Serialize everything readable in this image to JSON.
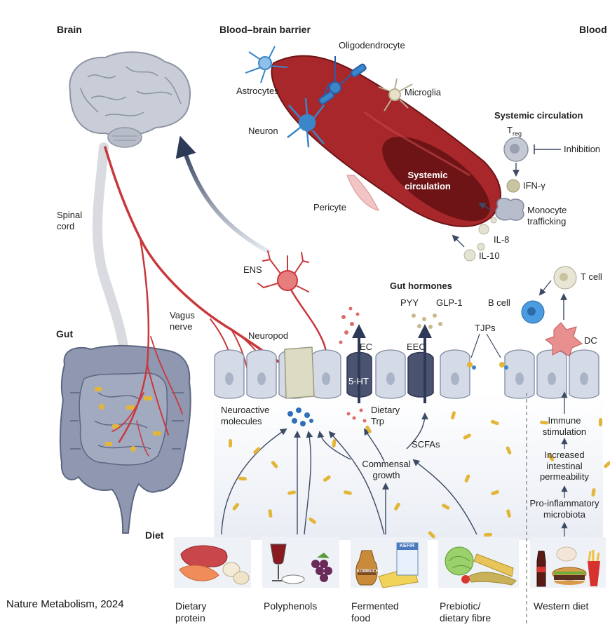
{
  "headers": {
    "brain": "Brain",
    "bbb": "Blood–brain barrier",
    "blood": "Blood",
    "gut": "Gut",
    "diet": "Diet",
    "gut_hormones": "Gut hormones",
    "systemic_circulation": "Systemic circulation"
  },
  "bbb_labels": {
    "oligodendrocyte": "Oligodendrocyte",
    "astrocytes": "Astrocytes",
    "microglia": "Microglia",
    "neuron": "Neuron",
    "pericyte": "Pericyte",
    "vessel_line1": "Systemic",
    "vessel_line2": "circulation"
  },
  "blood_labels": {
    "treg_main": "T",
    "treg_sub": "reg",
    "inhibition": "Inhibition",
    "ifn": "IFN-γ",
    "monocyte_line1": "Monocyte",
    "monocyte_line2": "trafficking",
    "il8": "IL-8",
    "il10": "IL-10"
  },
  "left_labels": {
    "spinal_line1": "Spinal",
    "spinal_line2": "cord",
    "vagus_line1": "Vagus",
    "vagus_line2": "nerve",
    "ens": "ENS",
    "neuropod": "Neuropod"
  },
  "gut_labels": {
    "pyy": "PYY",
    "glp1": "GLP-1",
    "tjps": "TJPs",
    "ec": "EC",
    "eec": "EEC",
    "five_ht": "5-HT",
    "neuroactive_line1": "Neuroactive",
    "neuroactive_line2": "molecules",
    "dietary_trp_line1": "Dietary",
    "dietary_trp_line2": "Trp",
    "scfas": "SCFAs",
    "commensal_line1": "Commensal",
    "commensal_line2": "growth"
  },
  "immune_labels": {
    "t_cell": "T cell",
    "b_cell": "B cell",
    "dc": "DC",
    "immune_line1": "Immune",
    "immune_line2": "stimulation",
    "increased_line1": "Increased",
    "increased_line2": "intestinal",
    "increased_line3": "permeability",
    "proinfl_line1": "Pro-inflammatory",
    "proinfl_line2": "microbiota"
  },
  "diet_items": [
    {
      "line1": "Dietary",
      "line2": "protein"
    },
    {
      "line1": "Polyphenols",
      "line2": ""
    },
    {
      "line1": "Fermented",
      "line2": "food"
    },
    {
      "line1": "Prebiotic/",
      "line2": "dietary fibre"
    },
    {
      "line1": "Western diet",
      "line2": ""
    }
  ],
  "package_labels": {
    "kombucha": "KOMBUCHA",
    "kefir": "KEFIR"
  },
  "footer": "Nature Metabolism, 2024",
  "colors": {
    "nerve": "#c8383c",
    "vessel": "#a8272b",
    "vessel_inner": "#6e1416",
    "brain": "#c9cdd8",
    "gut": "#8f98b0",
    "neuron_blue": "#3a86c8",
    "cell_wall": "#cfd6e2",
    "arrow": "#3c4a64",
    "bacteria": "#e3b63a"
  }
}
